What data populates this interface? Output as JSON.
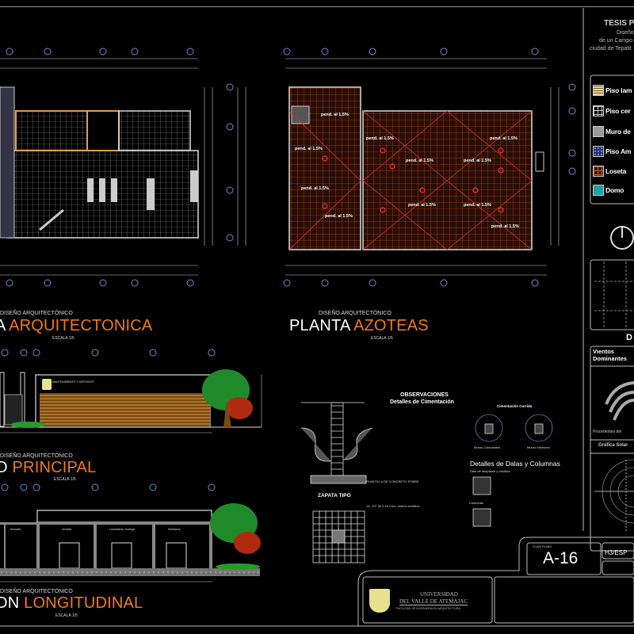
{
  "sheet": {
    "thesis_header": [
      "TESIS P",
      "Diseño",
      "de un Campo",
      "ciudad de Tepatit"
    ],
    "sheet_number_label": "CLAVE PLANO",
    "sheet_number": "A-16",
    "scale_box": "H3/ESP",
    "university": {
      "line1": "UNIVERSIDAD",
      "line2": "DEL VALLE DE ATEMAJAC",
      "line3": "FACULTAD DE INGENIERIA EN ARQUITECTURA"
    }
  },
  "drawings": {
    "planta_arq": {
      "kicker": "DISEÑO ARQUITECTÓNICO",
      "title_white": "A ",
      "title_orange": "ARQUITECTONICA",
      "scale": "ESCALA 1/5"
    },
    "planta_azoteas": {
      "kicker": "DISEÑO ARQUITECTÓNICO",
      "title_white": "PLANTA ",
      "title_orange": "AZOTEAS",
      "scale": "ESCALA 1/5"
    },
    "fachada": {
      "kicker": "DISEÑO ARQUITECTÓNICO",
      "title_white": "O ",
      "title_orange": "PRINCIPAL",
      "scale": "ESCALA 1/5",
      "sign": "MANTENIMIENTO Y SERVICIOS"
    },
    "corte": {
      "kicker": "DISEÑO ARQUITECTÓNICO",
      "title_white": "ON ",
      "title_orange": "LONGITUDINAL",
      "scale": "ESCALA 1/5",
      "rooms": [
        "Almacén",
        "Vestidor",
        "Lavanderia / bodega",
        "Sanitarios"
      ]
    }
  },
  "roof_labels": [
    "pend. al 1.5%",
    "pend. al 1.5%",
    "pend. al 1.5%",
    "pend. al 1.5%",
    "pend. al 1.5%",
    "pend. al 1.5%",
    "pend. al 1.5%",
    "pend. al 1.5%",
    "pend. al 1.5%",
    "pend. al 1.5%",
    "pend. al 1.5%"
  ],
  "details": {
    "observaciones": "OBSERVACIONES",
    "cimentacion": "Detalles de Cimentación",
    "cimentacion_corrida": "Cimentación Corrida",
    "muro_colindancia": "Muros Colindantes",
    "muro_interior": "Muros Interiores",
    "zapata": "ZAPATA TIPO",
    "plantilla": "PLANTILLA DE CONCRETO POBRE",
    "varilla_note": "Vs. 1/2\" @ 0.15 Cms. ambos sentidos",
    "dalas_title": "Detalles de Dalas y Columnas",
    "dalas_sub": "Dala de desplante y castillos",
    "columnas": "Columnas"
  },
  "legend": {
    "items": [
      {
        "label": "Piso lam",
        "icon": "wood-floor-swatch",
        "color": "#e8d6a0"
      },
      {
        "label": "Piso cer",
        "icon": "tile-floor-swatch",
        "color": "#000000"
      },
      {
        "label": "Muro de",
        "icon": "wall-swatch",
        "color": "#9a9a9a"
      },
      {
        "label": "Piso Am",
        "icon": "stone-floor-swatch",
        "color": "#1a2a6a"
      },
      {
        "label": "Loseta",
        "icon": "roof-tile-swatch",
        "color": "#3a1a0a"
      },
      {
        "label": "Domo",
        "icon": "dome-swatch",
        "color": "#1aa7a7"
      }
    ]
  },
  "side_panel": {
    "orientation_label": "D",
    "vientos": "Vientos Dominantes",
    "vientos_caption": "Procedentes del",
    "solar": "Gráfica Solar"
  },
  "colors": {
    "accent_orange": "#f07a1a",
    "roof_red": "#c0281c",
    "grid_gray": "#9a9a9a",
    "axis_blue": "#6a8ad0"
  }
}
